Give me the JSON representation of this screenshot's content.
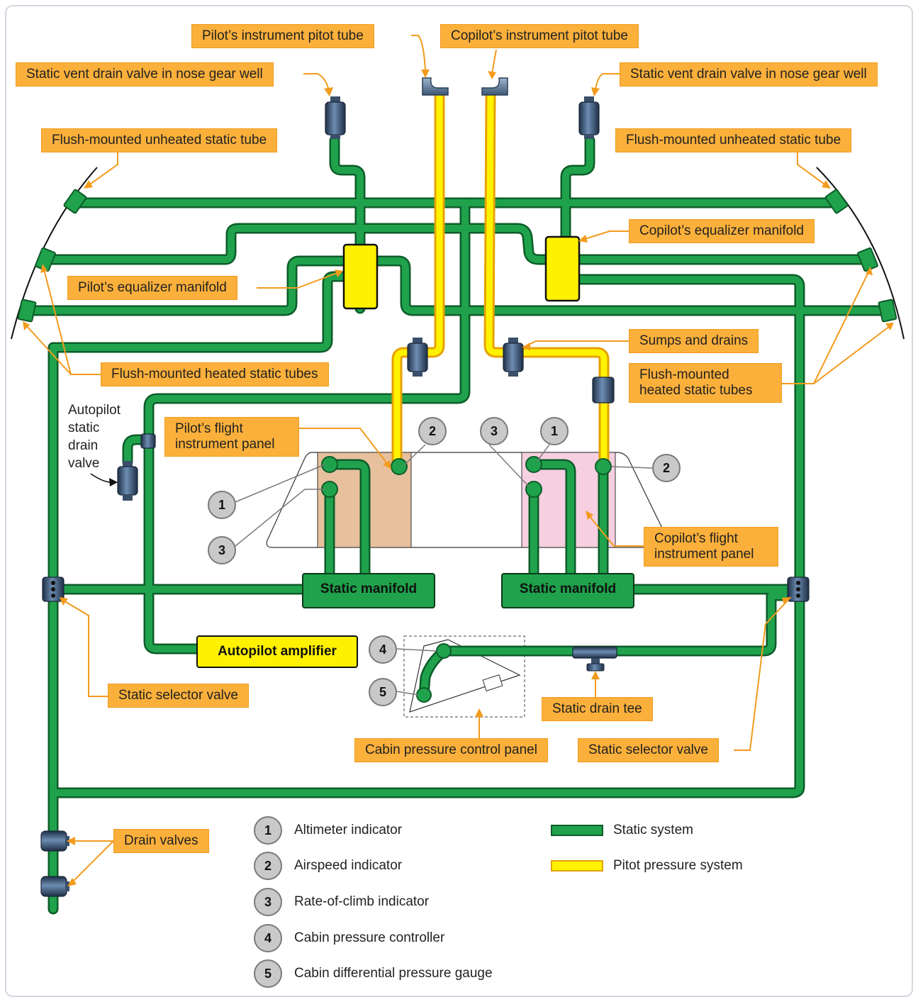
{
  "colors": {
    "static_line": "#1fa24b",
    "static_outline": "#0d5c2a",
    "pitot_line": "#fff200",
    "pitot_outline": "#e6a100",
    "callout_fill": "#fbb03b",
    "leader": "#f29b1d"
  },
  "callouts": {
    "pilot_pitot": "Pilot’s instrument pitot tube",
    "copilot_pitot": "Copilot’s instrument pitot tube",
    "left_static_vent_drain": "Static vent drain valve in nose gear well",
    "right_static_vent_drain": "Static vent drain valve in nose gear well",
    "left_unheated": "Flush-mounted unheated static tube",
    "right_unheated": "Flush-mounted unheated static tube",
    "copilot_equalizer": "Copilot’s equalizer manifold",
    "pilot_equalizer": "Pilot’s equalizer manifold",
    "sumps_drains": "Sumps and drains",
    "left_heated": "Flush-mounted heated static tubes",
    "right_heated": "Flush-mounted heated static tubes",
    "pilot_panel": "Pilot’s flight instrument panel",
    "copilot_panel": "Copilot’s flight instrument panel",
    "left_selector": "Static selector valve",
    "right_selector": "Static selector valve",
    "drain_tee": "Static drain tee",
    "cabin_panel": "Cabin pressure control panel",
    "drain_valves": "Drain valves"
  },
  "autopilot_drain_label": "Autopilot static drain valve",
  "boxes": {
    "static_manifold_left": "Static manifold",
    "static_manifold_right": "Static manifold",
    "autopilot_amplifier": "Autopilot amplifier"
  },
  "instrument_numbers": {
    "pilot_1": "1",
    "pilot_2": "2",
    "pilot_3": "3",
    "copilot_1": "1",
    "copilot_2": "2",
    "copilot_3": "3",
    "cabin_4": "4",
    "cabin_5": "5"
  },
  "legend": {
    "items": [
      {
        "num": "1",
        "label": "Altimeter indicator"
      },
      {
        "num": "2",
        "label": "Airspeed indicator"
      },
      {
        "num": "3",
        "label": "Rate-of-climb indicator"
      },
      {
        "num": "4",
        "label": "Cabin pressure controller"
      },
      {
        "num": "5",
        "label": "Cabin differential pressure gauge"
      }
    ],
    "static_system": "Static system",
    "pitot_system": "Pitot pressure system"
  }
}
